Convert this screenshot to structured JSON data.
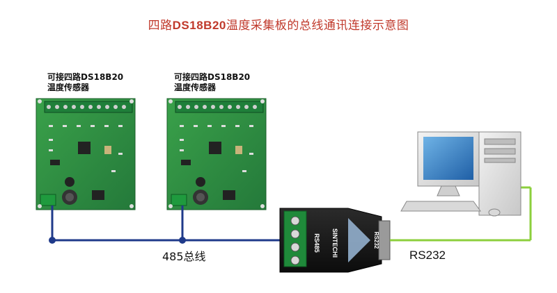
{
  "title": {
    "part1": "四路",
    "part2": "DS18B20",
    "part3": "温度采集板的总线通讯连接示意图"
  },
  "boards": [
    {
      "label_line1": "可接四路DS18B20",
      "label_line2": "温度传感器"
    },
    {
      "label_line1": "可接四路DS18B20",
      "label_line2": "温度传感器"
    }
  ],
  "bus_label": "485总线",
  "rs232_label": "RS232",
  "converter": {
    "brand": "SINTECHI",
    "port_left": "RS485",
    "port_right": "RS232"
  },
  "colors": {
    "title": "#c0392b",
    "bus_line": "#1f3a8a",
    "rs232_line": "#8ccf3c",
    "pcb": "#2e8b3e"
  }
}
